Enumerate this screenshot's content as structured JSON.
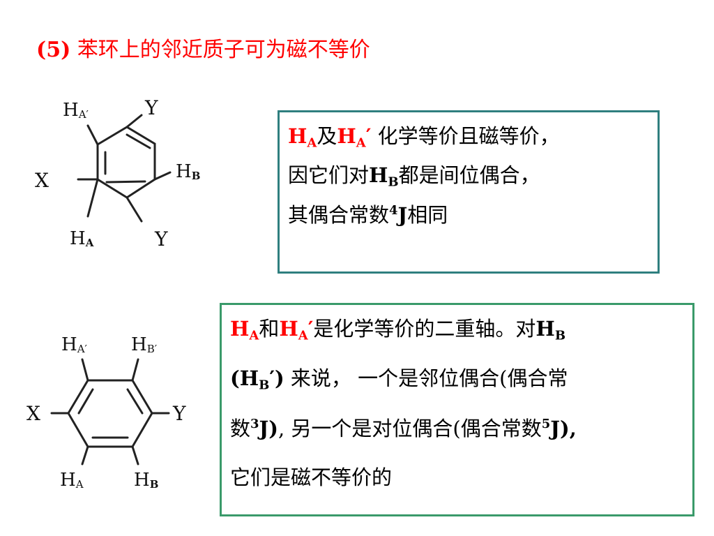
{
  "title": {
    "number": "(5)",
    "text": "苯环上的邻近质子可为磁不等价"
  },
  "molecule1": {
    "labels": {
      "ha_prime": "HA′",
      "y_top": "Y",
      "x": "X",
      "hb": "HB",
      "ha": "HA",
      "y_bottom": "Y"
    }
  },
  "molecule2": {
    "labels": {
      "ha_prime": "HA′",
      "hb_prime": "HB′",
      "x": "X",
      "y": "Y",
      "ha": "HA",
      "hb": "HB"
    }
  },
  "box1": {
    "line1": {
      "h1": "H",
      "s1": "A",
      "and": "及",
      "h2": "H",
      "s2": "A",
      "prime": "′",
      "rest": " 化学等价且磁等价，"
    },
    "line2": {
      "pre": "因它们对",
      "h": "H",
      "s": "B",
      "rest": "都是间位偶合，"
    },
    "line3": {
      "pre": "其偶合常数",
      "sup": "4",
      "j": "J",
      "rest": "相同"
    }
  },
  "box2": {
    "line1": {
      "h1": "H",
      "s1": "A",
      "and": "和",
      "h2": "H",
      "s2": "A",
      "prime": "′",
      "mid": "是化学等价的二重轴。对",
      "h3": "H",
      "s3": "B"
    },
    "line2": {
      "open": "(H",
      "s": "B",
      "close": "′)",
      "rest": "  来说，  一个是邻位偶合(偶合常"
    },
    "line3": {
      "pre": "数",
      "sup1": "3",
      "j1": "J)",
      "mid": ", 另一个是对位偶合(偶合常数",
      "sup2": "5",
      "j2": "J),"
    },
    "line4": {
      "text": "它们是磁不等价的"
    }
  }
}
